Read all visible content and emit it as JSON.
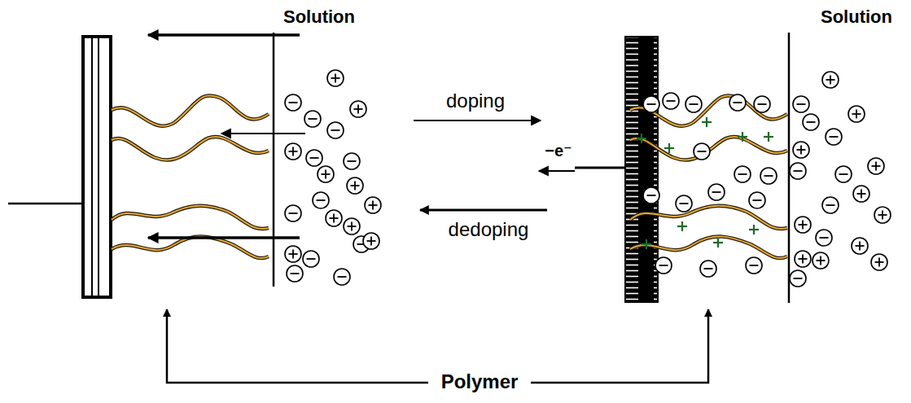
{
  "diagram": {
    "labels": [
      "Solution",
      "Solution",
      "doping",
      "−e⁻",
      "dedoping",
      "Polymer"
    ]
  }
}
